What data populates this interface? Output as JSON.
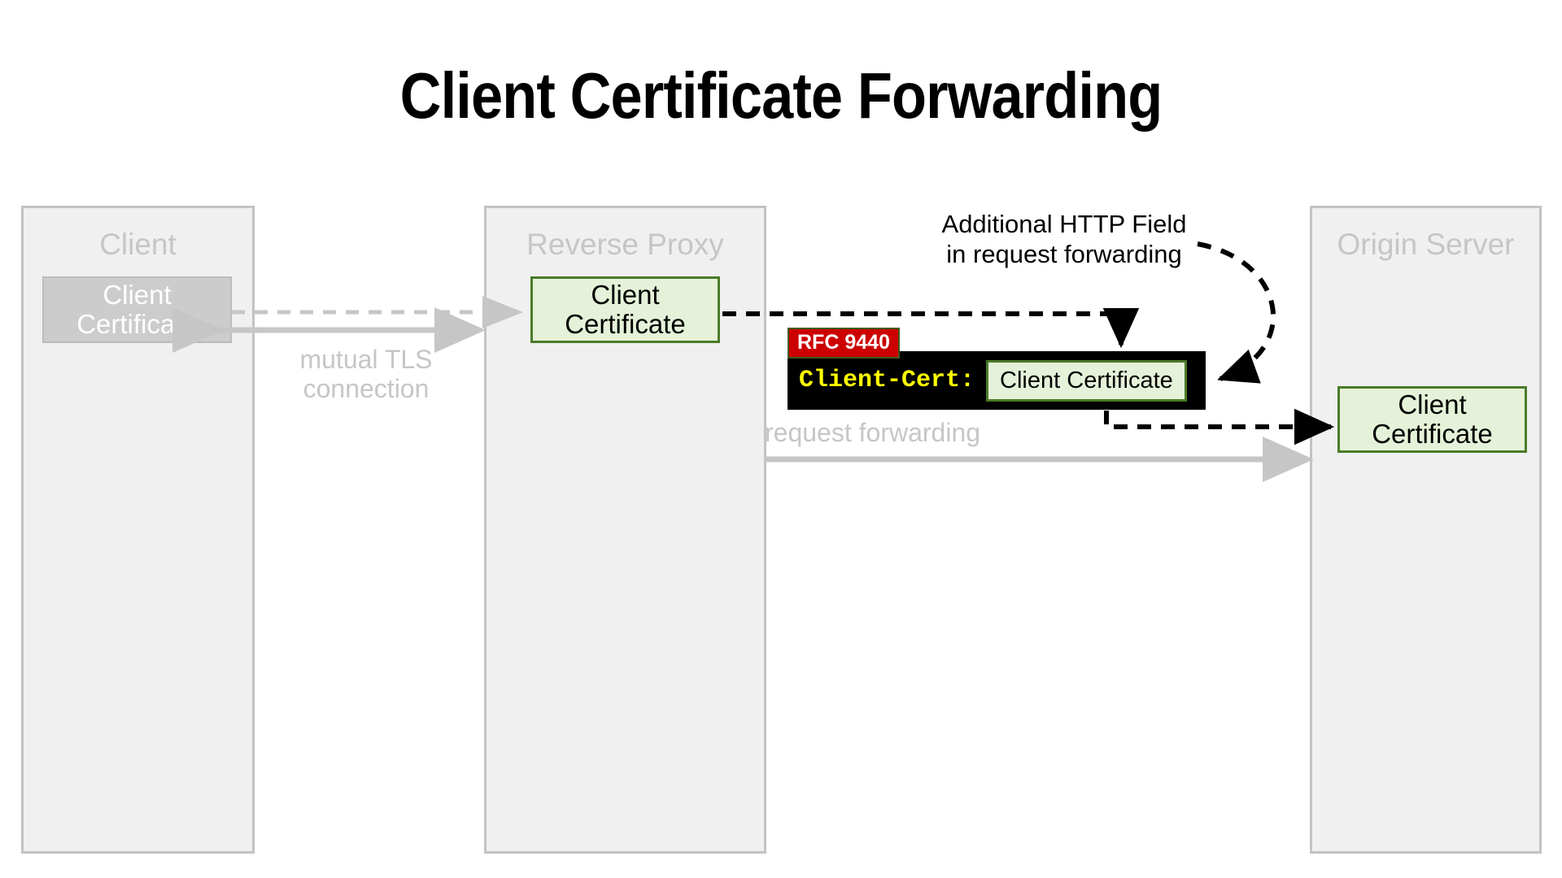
{
  "page": {
    "title": "Client Certificate Forwarding",
    "background": "#ffffff"
  },
  "colors": {
    "lane_fill": "#f0f0f0",
    "lane_border": "#c3c3c3",
    "lane_label": "#c6c6c6",
    "gray_cert_fill": "#cccccc",
    "green_cert_fill": "#e5f2d9",
    "green_cert_border": "#4a7b28",
    "http_field_bg": "#000000",
    "http_field_name": "#ffff00",
    "rfc_badge_bg": "#cc0000",
    "edge_label": "#c6c6c6",
    "annotation_text": "#000000",
    "gray_arrow": "#c6c6c6",
    "black_arrow": "#000000"
  },
  "lanes": [
    {
      "id": "client",
      "label": "Client"
    },
    {
      "id": "reverse-proxy",
      "label": "Reverse Proxy"
    },
    {
      "id": "origin-server",
      "label": "Origin Server"
    }
  ],
  "certificates": [
    {
      "id": "client-cert-in-client",
      "label": "Client\nCertificate",
      "style": "gray"
    },
    {
      "id": "client-cert-in-proxy",
      "label": "Client\nCertificate",
      "style": "green"
    },
    {
      "id": "client-cert-in-origin",
      "label": "Client\nCertificate",
      "style": "green"
    }
  ],
  "edges": {
    "mutual_tls_label": "mutual TLS\nconnection",
    "request_forwarding_label": "request forwarding"
  },
  "annotation": {
    "text": "Additional HTTP Field\nin request forwarding"
  },
  "http_field": {
    "badge": "RFC 9440",
    "name": "Client-Cert:",
    "value": "Client Certificate"
  }
}
